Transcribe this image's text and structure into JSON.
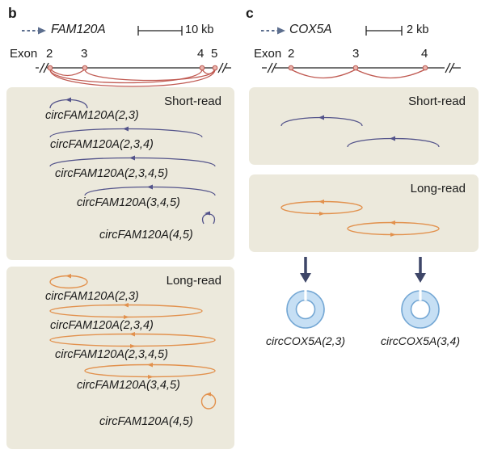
{
  "panel_b": {
    "letter": "b",
    "gene_name": "FAM120A",
    "scale_label": "10 kb",
    "exon_word": "Exon",
    "exon_numbers": [
      "2",
      "3",
      "4",
      "5"
    ],
    "short_read": {
      "title": "Short-read",
      "items": [
        {
          "label": "circFAM120A(2,3)"
        },
        {
          "label": "circFAM120A(2,3,4)"
        },
        {
          "label": "circFAM120A(2,3,4,5)"
        },
        {
          "label": "circFAM120A(3,4,5)"
        },
        {
          "label": "circFAM120A(4,5)"
        }
      ]
    },
    "long_read": {
      "title": "Long-read",
      "items": [
        {
          "label": "circFAM120A(2,3)"
        },
        {
          "label": "circFAM120A(2,3,4)"
        },
        {
          "label": "circFAM120A(2,3,4,5)"
        },
        {
          "label": "circFAM120A(3,4,5)"
        },
        {
          "label": "circFAM120A(4,5)"
        }
      ]
    }
  },
  "panel_c": {
    "letter": "c",
    "gene_name": "COX5A",
    "scale_label": "2 kb",
    "exon_word": "Exon",
    "exon_numbers": [
      "2",
      "3",
      "4"
    ],
    "short_read": {
      "title": "Short-read"
    },
    "long_read": {
      "title": "Long-read"
    },
    "products": [
      {
        "label": "circCOX5A(2,3)"
      },
      {
        "label": "circCOX5A(3,4)"
      }
    ]
  },
  "colors": {
    "panel_box_bg": "#ECE9DC",
    "gene_junction_arc": "#C05A52",
    "short_read_arc": "#53538A",
    "long_read_arc": "#E2914D",
    "down_arrow": "#3E4668",
    "circle_rna_fill": "#C6DFF4",
    "circle_rna_stroke": "#74A7D4",
    "gene_direction_arrow": "#5C6E8E"
  }
}
